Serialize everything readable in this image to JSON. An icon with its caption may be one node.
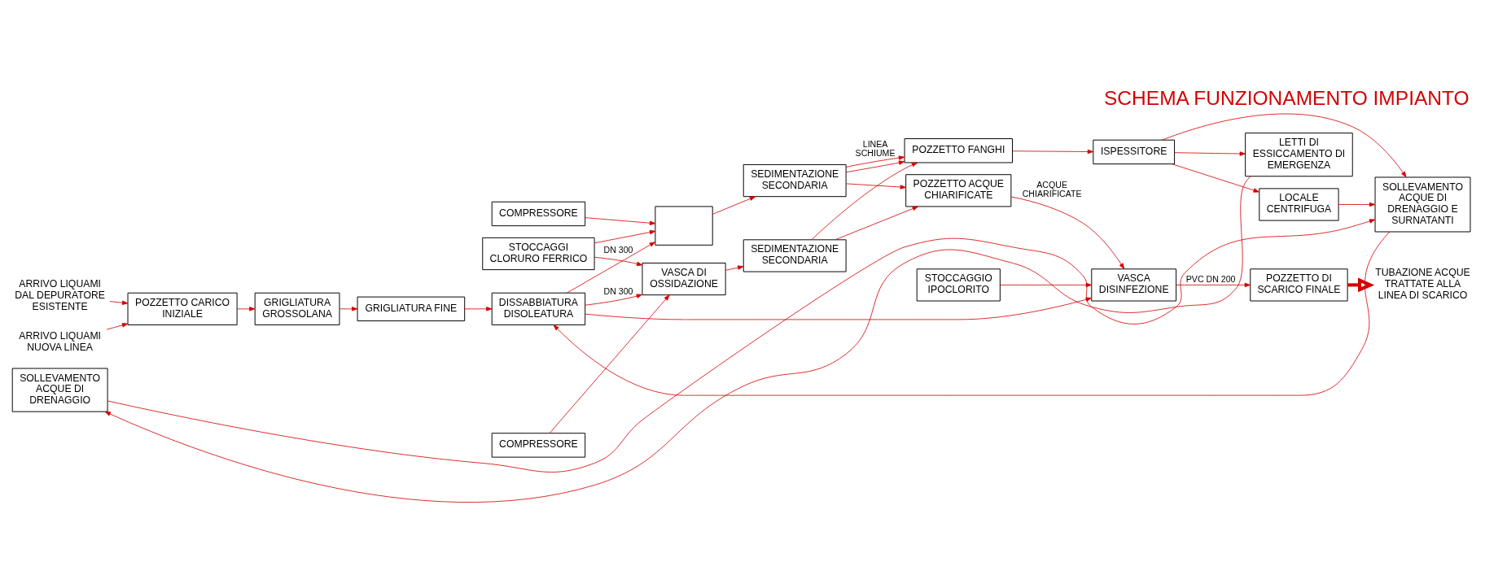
{
  "diagram": {
    "title": "SCHEMA FUNZIONAMENTO IMPIANTO",
    "nodes": [
      {
        "text": [
          "ARRIVO LIQUAMI DAL DEPURATORE ESISTENTE"
        ]
      },
      {
        "text": [
          "ARRIVO LIQUAMI NUOVA LINEA"
        ]
      },
      {
        "text": [
          "POZZETTO CARICO INIZIALE"
        ]
      },
      {
        "text": [
          "GRIGLIATURA GROSSOLANA"
        ]
      },
      {
        "text": [
          "GRIGLIATURA FINE"
        ]
      },
      {
        "text": [
          "DISSABBIATURA DISOLEATURA"
        ]
      },
      {
        "text": [
          "STOCCAGGI CLORURO FERRICO"
        ]
      },
      {
        "text": [
          "COMPRESSORE"
        ]
      },
      {
        "text": [],
        "shape": "box"
      },
      {
        "text": [
          "COMPRESSORE"
        ]
      },
      {
        "text": [
          "VASCA DI OSSIDAZIONE"
        ]
      },
      {
        "text": [
          "SEDIMENTAZIONE SECONDARIA"
        ]
      },
      {
        "text": [
          "SEDIMENTAZIONE SECONDARIA"
        ]
      },
      {
        "text": [
          "POZZETTO FANGHI"
        ]
      },
      {
        "text": [
          "ISPESSITORE"
        ]
      },
      {
        "text": [
          "LOCALE CENTRIFUGA"
        ]
      },
      {
        "text": [
          "POZZETTO ACQUE CHIARIFICATE"
        ]
      },
      {
        "text": [
          "STOCCAGGIO IPOCLORITO"
        ]
      },
      {
        "text": [
          "VASCA DISINFEZIONE"
        ]
      },
      {
        "text": [
          "POZZETTO DI SCARICO FINALE"
        ]
      },
      {
        "text": [
          "TUBAZIONE ACQUE TRATTATE ALLA LINEA DI SCARICO"
        ]
      },
      {
        "text": [
          "LETTI DI ESSICCAMENTO DI EMERGENZA"
        ]
      },
      {
        "text": [
          "SOLLEVAMENTO ACQUE DI DRENAGGIO E SURNATANTI"
        ]
      },
      {
        "text": [
          "SOLLEVAMENTO ACQUE DI DRENAGGIO"
        ]
      }
    ],
    "edges": [
      {
        "from": 0,
        "to": 2,
        "arrow": "to"
      },
      {
        "from": 1,
        "to": 2,
        "arrow": "to"
      },
      {
        "from": 2,
        "to": 3,
        "arrow": "to"
      },
      {
        "from": 3,
        "to": 4,
        "arrow": "to"
      },
      {
        "from": 4,
        "to": 5,
        "arrow": "to"
      },
      {
        "from": 5,
        "to": 8,
        "label": "DN 300",
        "arrow": "to"
      },
      {
        "from": 5,
        "to": 10,
        "label": "DN 300",
        "arrow": "to"
      },
      {
        "from": 6,
        "to": 8,
        "arrow": "to"
      },
      {
        "from": 6,
        "to": 10,
        "arrow": "to"
      },
      {
        "from": 7,
        "to": 8,
        "arrow": "to"
      },
      {
        "from": 9,
        "to": 10,
        "arrow": "to"
      },
      {
        "from": 8,
        "to": 11,
        "arrow": "to"
      },
      {
        "from": 10,
        "to": 12,
        "arrow": "to"
      },
      {
        "from": 11,
        "to": 13,
        "label": "LINEA SCHIUME",
        "arrow": "to"
      },
      {
        "from": 11,
        "to": 13,
        "arrow": "to"
      },
      {
        "from": 11,
        "to": 16,
        "arrow": "to"
      },
      {
        "from": 12,
        "to": 13,
        "arrow": "to"
      },
      {
        "from": 12,
        "to": 16,
        "arrow": "to"
      },
      {
        "from": 13,
        "to": 14,
        "arrow": "to"
      },
      {
        "from": 14,
        "to": 15,
        "arrow": "to"
      },
      {
        "from": 14,
        "to": 21,
        "arrow": "to"
      },
      {
        "from": 14,
        "to": 22,
        "arrow": "to"
      },
      {
        "from": 15,
        "to": 22,
        "arrow": "to"
      },
      {
        "from": 16,
        "to": 18,
        "label": "ACQUE CHIARIFICATE",
        "arrow": "to"
      },
      {
        "from": 17,
        "to": 18,
        "arrow": "to"
      },
      {
        "from": 5,
        "to": 18,
        "arrow": "to"
      },
      {
        "from": 18,
        "to": 19,
        "label": "PVC DN 200",
        "arrow": "to"
      },
      {
        "from": 19,
        "to": 20,
        "arrow": "to",
        "style": "thick"
      },
      {
        "from": 21,
        "to": 23,
        "arrow": "to"
      },
      {
        "from": 23,
        "to": 22,
        "arrow": "to"
      },
      {
        "from": 22,
        "to": 5,
        "arrow": "to"
      }
    ]
  }
}
